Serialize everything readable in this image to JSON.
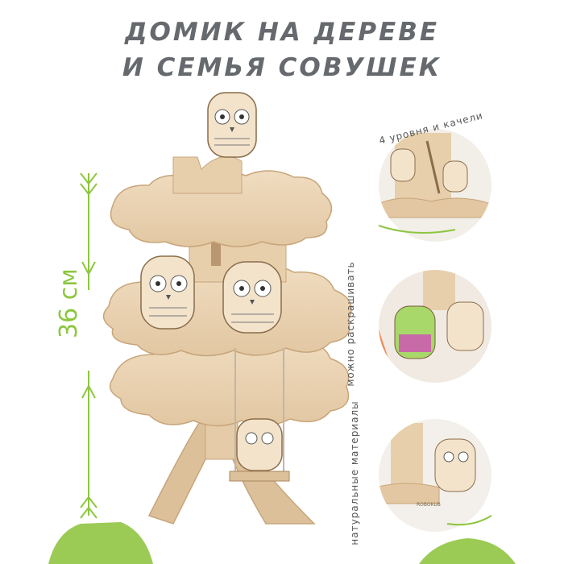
{
  "title": {
    "line1": "ДОМИК НА ДЕРЕВЕ",
    "line2": "И СЕМЬЯ СОВУШЕК"
  },
  "height": {
    "label": "36 см"
  },
  "features": [
    {
      "caption": "4 уровня и качели"
    },
    {
      "caption": "можно раскрашивать"
    },
    {
      "caption": "натуральные материалы",
      "brand": "ROBOKUB"
    }
  ],
  "colors": {
    "accent_green": "#8dc63f",
    "wood": "#e9d3b4",
    "wood_dark": "#c9a97d",
    "title_gray": "#666a6e"
  }
}
